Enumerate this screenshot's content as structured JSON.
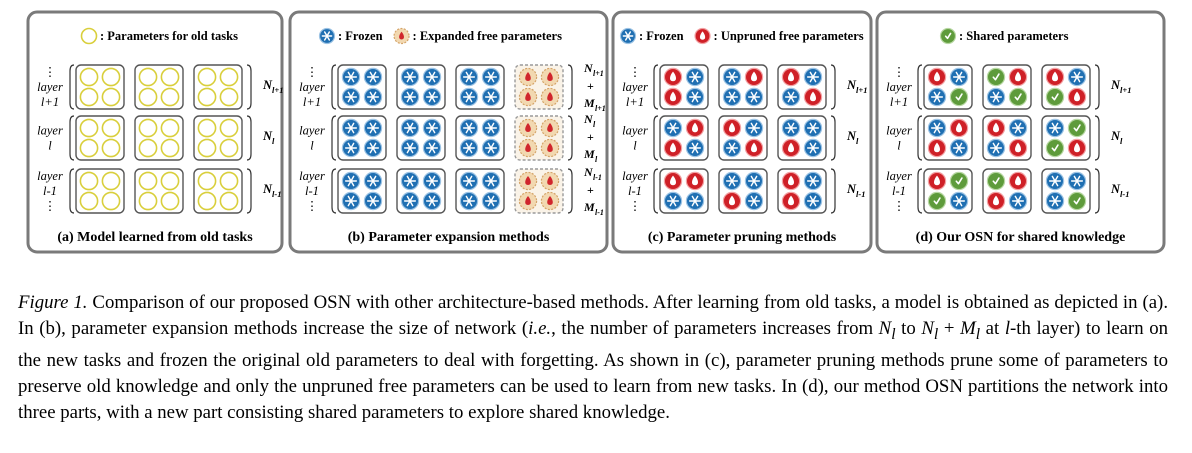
{
  "panels": [
    {
      "legend": [
        {
          "icon": "old",
          "text": ": Parameters for old tasks"
        }
      ],
      "caption": "(a) Model learned from old tasks",
      "rows": [
        {
          "left": [
            "⋮",
            "layer",
            "l+1"
          ],
          "right": [
            "N",
            "l+1"
          ],
          "groups": [
            [
              "old",
              "old",
              "old",
              "old"
            ],
            [
              "old",
              "old",
              "old",
              "old"
            ],
            [
              "old",
              "old",
              "old",
              "old"
            ]
          ],
          "extra": null
        },
        {
          "left": [
            "layer",
            "l"
          ],
          "right": [
            "N",
            "l"
          ],
          "groups": [
            [
              "old",
              "old",
              "old",
              "old"
            ],
            [
              "old",
              "old",
              "old",
              "old"
            ],
            [
              "old",
              "old",
              "old",
              "old"
            ]
          ],
          "extra": null
        },
        {
          "left": [
            "layer",
            "l-1",
            "⋮"
          ],
          "right": [
            "N",
            "l-1"
          ],
          "groups": [
            [
              "old",
              "old",
              "old",
              "old"
            ],
            [
              "old",
              "old",
              "old",
              "old"
            ],
            [
              "old",
              "old",
              "old",
              "old"
            ]
          ],
          "extra": null
        }
      ]
    },
    {
      "legend": [
        {
          "icon": "frozen",
          "text": ": Frozen"
        },
        {
          "icon": "expanded",
          "text": ": Expanded free parameters"
        }
      ],
      "caption": "(b) Parameter expansion methods",
      "rows": [
        {
          "left": [
            "⋮",
            "layer",
            "l+1"
          ],
          "right": [
            "N",
            "l+1",
            "+",
            "M",
            "l+1"
          ],
          "groups": [
            [
              "frozen",
              "frozen",
              "frozen",
              "frozen"
            ],
            [
              "frozen",
              "frozen",
              "frozen",
              "frozen"
            ],
            [
              "frozen",
              "frozen",
              "frozen",
              "frozen"
            ]
          ],
          "extra": [
            "expanded",
            "expanded",
            "expanded",
            "expanded"
          ]
        },
        {
          "left": [
            "layer",
            "l"
          ],
          "right": [
            "N",
            "l",
            "+",
            "M",
            "l"
          ],
          "groups": [
            [
              "frozen",
              "frozen",
              "frozen",
              "frozen"
            ],
            [
              "frozen",
              "frozen",
              "frozen",
              "frozen"
            ],
            [
              "frozen",
              "frozen",
              "frozen",
              "frozen"
            ]
          ],
          "extra": [
            "expanded",
            "expanded",
            "expanded",
            "expanded"
          ]
        },
        {
          "left": [
            "layer",
            "l-1",
            "⋮"
          ],
          "right": [
            "N",
            "l-1",
            "+",
            "M",
            "l-1"
          ],
          "groups": [
            [
              "frozen",
              "frozen",
              "frozen",
              "frozen"
            ],
            [
              "frozen",
              "frozen",
              "frozen",
              "frozen"
            ],
            [
              "frozen",
              "frozen",
              "frozen",
              "frozen"
            ]
          ],
          "extra": [
            "expanded",
            "expanded",
            "expanded",
            "expanded"
          ]
        }
      ]
    },
    {
      "legend": [
        {
          "icon": "frozen",
          "text": ": Frozen"
        },
        {
          "icon": "free",
          "text": ": Unpruned free parameters"
        }
      ],
      "caption": "(c) Parameter pruning methods",
      "rows": [
        {
          "left": [
            "⋮",
            "layer",
            "l+1"
          ],
          "right": [
            "N",
            "l+1"
          ],
          "groups": [
            [
              "free",
              "frozen",
              "free",
              "frozen"
            ],
            [
              "frozen",
              "free",
              "frozen",
              "frozen"
            ],
            [
              "free",
              "frozen",
              "frozen",
              "free"
            ]
          ],
          "extra": null
        },
        {
          "left": [
            "layer",
            "l"
          ],
          "right": [
            "N",
            "l"
          ],
          "groups": [
            [
              "frozen",
              "free",
              "free",
              "frozen"
            ],
            [
              "free",
              "frozen",
              "frozen",
              "free"
            ],
            [
              "frozen",
              "frozen",
              "free",
              "frozen"
            ]
          ],
          "extra": null
        },
        {
          "left": [
            "layer",
            "l-1",
            "⋮"
          ],
          "right": [
            "N",
            "l-1"
          ],
          "groups": [
            [
              "free",
              "free",
              "frozen",
              "frozen"
            ],
            [
              "frozen",
              "frozen",
              "free",
              "frozen"
            ],
            [
              "free",
              "frozen",
              "free",
              "frozen"
            ]
          ],
          "extra": null
        }
      ]
    },
    {
      "legend": [
        {
          "icon": "shared",
          "text": ": Shared parameters"
        }
      ],
      "caption": "(d) Our OSN for shared knowledge",
      "rows": [
        {
          "left": [
            "⋮",
            "layer",
            "l+1"
          ],
          "right": [
            "N",
            "l+1"
          ],
          "groups": [
            [
              "free",
              "frozen",
              "frozen",
              "shared"
            ],
            [
              "shared",
              "free",
              "frozen",
              "shared"
            ],
            [
              "free",
              "frozen",
              "shared",
              "free"
            ]
          ],
          "extra": null
        },
        {
          "left": [
            "layer",
            "l"
          ],
          "right": [
            "N",
            "l"
          ],
          "groups": [
            [
              "frozen",
              "free",
              "free",
              "frozen"
            ],
            [
              "free",
              "frozen",
              "frozen",
              "free"
            ],
            [
              "frozen",
              "shared",
              "shared",
              "free"
            ]
          ],
          "extra": null
        },
        {
          "left": [
            "layer",
            "l-1",
            "⋮"
          ],
          "right": [
            "N",
            "l-1"
          ],
          "groups": [
            [
              "free",
              "shared",
              "shared",
              "frozen"
            ],
            [
              "shared",
              "free",
              "free",
              "frozen"
            ],
            [
              "frozen",
              "frozen",
              "frozen",
              "shared"
            ]
          ],
          "extra": null
        }
      ]
    }
  ],
  "caption": {
    "label": "Figure 1.",
    "parts": [
      " Comparison of our proposed OSN with other architecture-based methods. After learning from old tasks, a model is obtained as depicted in (a). In (b), parameter expansion methods increase the size of network (",
      "i.e.",
      ", the number of parameters increases from ",
      "N",
      "l",
      " to ",
      "N",
      "l",
      " + ",
      "M",
      "l",
      " at ",
      "l",
      "-th layer) to learn on the new tasks and frozen the original old parameters to deal with forgetting. As shown in (c), parameter pruning methods prune some of parameters to preserve old knowledge and only the unpruned free parameters can be used to learn from new tasks. In (d), our method OSN partitions the network into three parts, with a new part consisting shared parameters to explore shared knowledge."
    ]
  },
  "colors": {
    "panel_border": "#7a7a7a",
    "old_circle": "#d9cf3c",
    "frozen_fill": "#1f6fb2",
    "free_fill": "#cf2027",
    "shared_fill": "#5e9b3b",
    "expanded_fill": "#f2d8b0"
  }
}
